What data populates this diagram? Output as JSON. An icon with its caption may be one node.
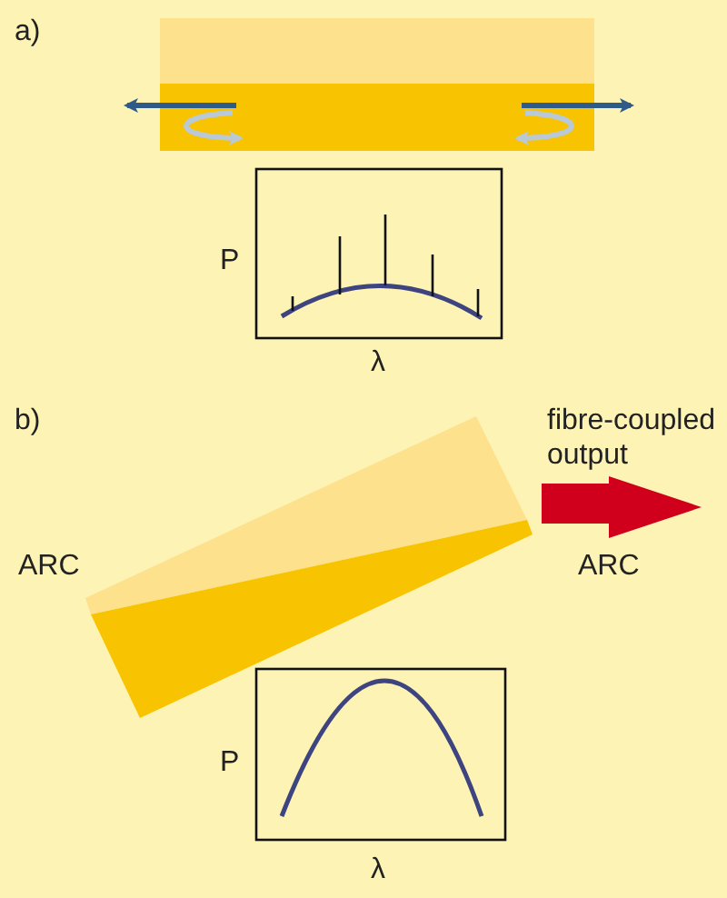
{
  "diagram": {
    "labels": [
      "a)",
      "P",
      "λ",
      "b)",
      "fibre-coupled output",
      "ARC",
      "ARC",
      "P",
      "λ"
    ]
  }
}
